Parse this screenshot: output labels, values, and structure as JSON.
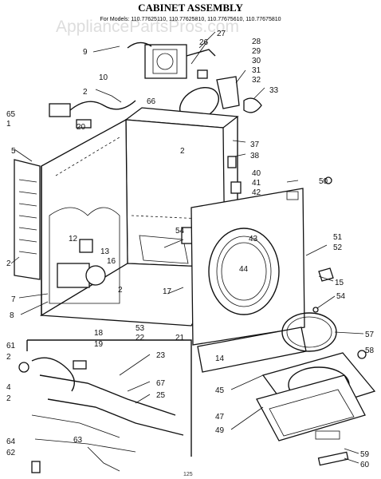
{
  "header": {
    "title": "CABINET ASSEMBLY",
    "models": "For Models: 110.77625110, 110.77625810, 110.77675610, 110.77675810",
    "watermark": "AppliancePartsPros.com"
  },
  "footer": {
    "page_code": "125"
  },
  "callouts": [
    "1",
    "2",
    "2",
    "2",
    "2",
    "2",
    "4",
    "5",
    "7",
    "8",
    "9",
    "10",
    "12",
    "13",
    "14",
    "15",
    "16",
    "17",
    "18",
    "19",
    "20",
    "21",
    "22",
    "23",
    "25",
    "26",
    "27",
    "28",
    "29",
    "30",
    "31",
    "32",
    "33",
    "37",
    "38",
    "40",
    "41",
    "42",
    "43",
    "44",
    "45",
    "47",
    "49",
    "50",
    "51",
    "52",
    "53",
    "54",
    "54",
    "57",
    "58",
    "59",
    "60",
    "61",
    "62",
    "63",
    "64",
    "65",
    "66",
    "67"
  ]
}
